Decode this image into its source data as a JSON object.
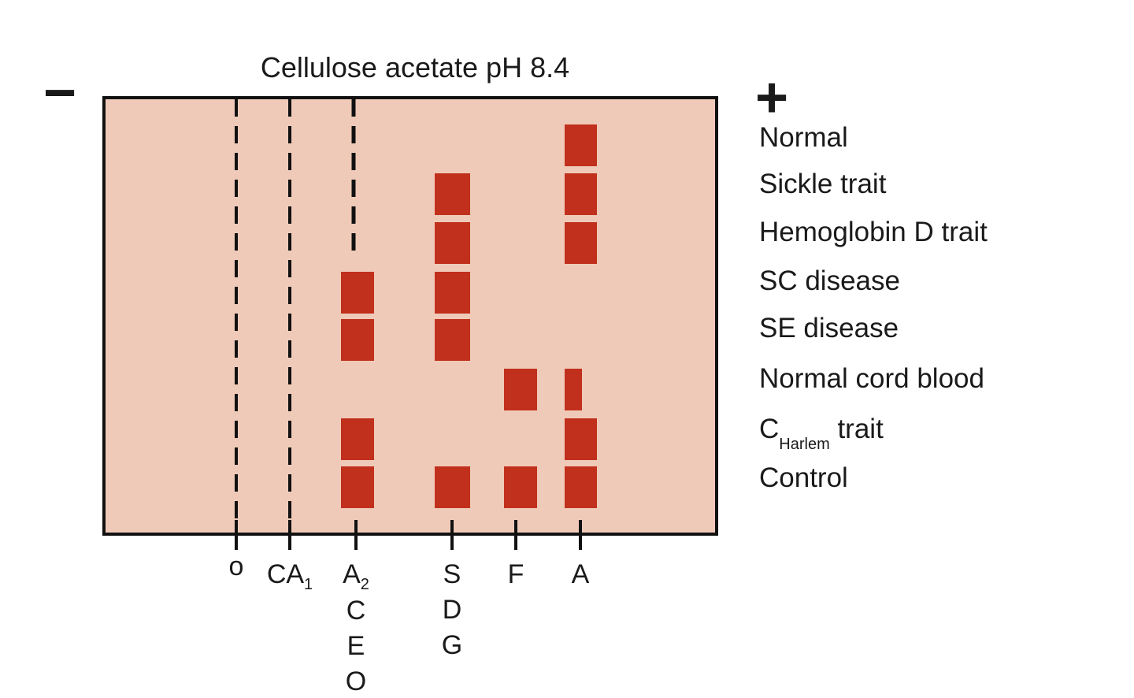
{
  "title": "Cellulose acetate pH 8.4",
  "cathode_symbol": "−",
  "anode_symbol": "+",
  "colors": {
    "gel": "#f0cab8",
    "band": "#c0301c",
    "outline": "#111111",
    "text": "#1a1a1a"
  },
  "rows": [
    {
      "label": "Normal",
      "bands": [
        "A"
      ]
    },
    {
      "label": "Sickle trait",
      "bands": [
        "S",
        "A"
      ]
    },
    {
      "label": "Hemoglobin D trait",
      "bands": [
        "S",
        "A"
      ]
    },
    {
      "label": "SC disease",
      "bands": [
        "A2",
        "S"
      ]
    },
    {
      "label": "SE disease",
      "bands": [
        "A2",
        "S"
      ]
    },
    {
      "label": "Normal cord blood",
      "bands": [
        "F",
        "A-narrow"
      ]
    },
    {
      "label_main": "C",
      "label_sub": "Harlem",
      "label_rest": " trait",
      "bands": [
        "A2",
        "A"
      ]
    },
    {
      "label": "Control",
      "bands": [
        "A2",
        "S",
        "F",
        "A"
      ]
    }
  ],
  "positions": [
    {
      "key": "o",
      "lines": [
        "o"
      ]
    },
    {
      "key": "CA1",
      "main": "CA",
      "sub": "1"
    },
    {
      "key": "A2",
      "main": "A",
      "sub": "2",
      "extra": [
        "C",
        "E",
        "O"
      ]
    },
    {
      "key": "S",
      "lines": [
        "S",
        "D",
        "G"
      ]
    },
    {
      "key": "F",
      "lines": [
        "F"
      ]
    },
    {
      "key": "A",
      "lines": [
        "A"
      ]
    }
  ]
}
